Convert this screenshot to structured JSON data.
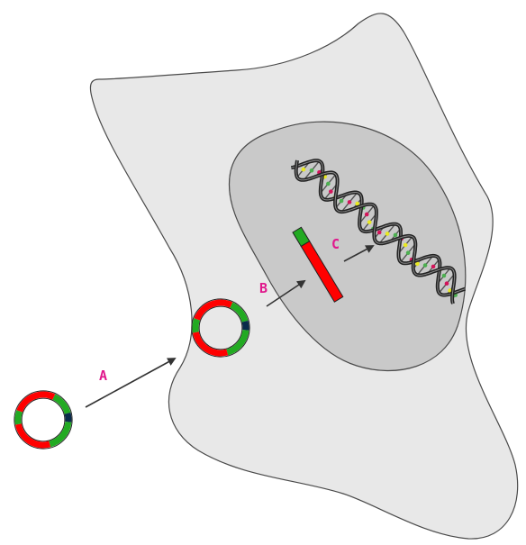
{
  "diagram": {
    "labels": {
      "step_a": "A",
      "step_b": "B",
      "step_c": "C"
    },
    "colors": {
      "cell_fill": "#e8e8e8",
      "nucleus_fill": "#c9c9c9",
      "outline": "#4a4a4a",
      "plasmid_red": "#ff0000",
      "plasmid_green": "#22aa22",
      "plasmid_dark": "#0a2a4a",
      "arrow": "#333333",
      "label": "#e0188c",
      "dna_strand": "#222222",
      "dna_base_red": "#d4145a",
      "dna_base_yellow": "#e8e820",
      "dna_base_green": "#4caf50"
    },
    "icons": {
      "plasmid_outside": "plasmid-ring-icon",
      "plasmid_inside": "plasmid-ring-icon",
      "gene_strand": "linear-dna-fragment-icon",
      "chromosome": "double-helix-icon"
    }
  }
}
